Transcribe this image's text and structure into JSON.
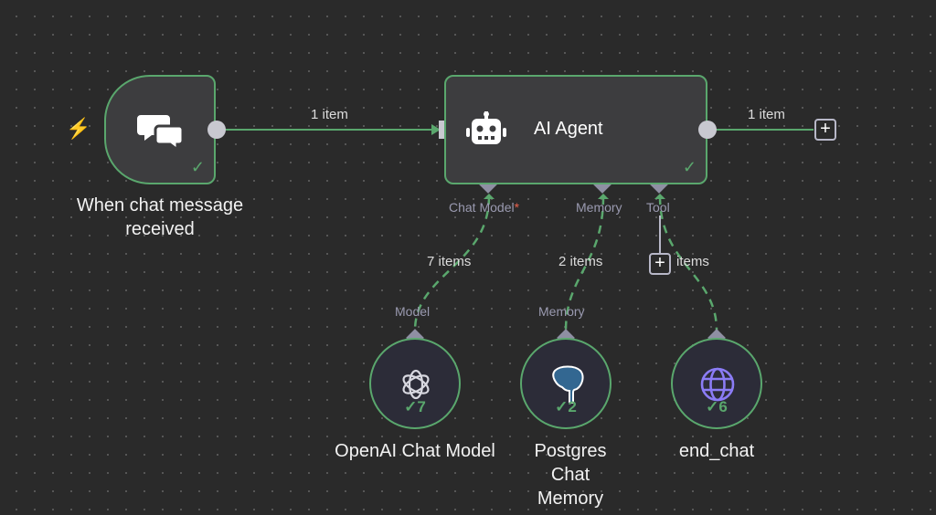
{
  "colors": {
    "success": "#5aa76d",
    "trigger": "#e8604c",
    "port": "#8f8fa3"
  },
  "trigger": {
    "label": "When chat message received",
    "icon": "chat-bubbles-icon",
    "status": "success"
  },
  "agent": {
    "label": "AI Agent",
    "icon": "robot-icon",
    "status": "success",
    "ports": [
      {
        "label": "Chat Model",
        "required": "*"
      },
      {
        "label": "Memory"
      },
      {
        "label": "Tool"
      }
    ]
  },
  "edges": {
    "trigger_to_agent": "1 item",
    "agent_out": "1 item",
    "chat_model": "7 items",
    "memory": "2 items",
    "tool": "items"
  },
  "subnodes": [
    {
      "label": "OpenAI Chat Model",
      "port_label": "Model",
      "icon": "openai-icon",
      "count": "7"
    },
    {
      "label": "Postgres Chat Memory",
      "port_label": "Memory",
      "icon": "postgres-elephant-icon",
      "count": "2"
    },
    {
      "label": "end_chat",
      "icon": "globe-icon",
      "count": "6"
    }
  ],
  "add_button": "+"
}
